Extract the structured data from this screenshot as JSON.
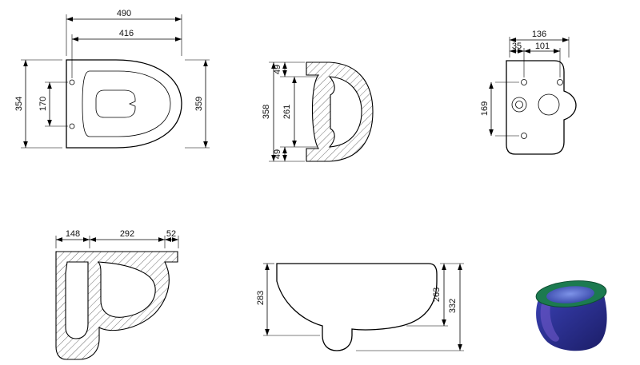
{
  "views": {
    "plan": {
      "dims": {
        "overall_width": "490",
        "inner_length": "416",
        "overall_depth": "354",
        "hole_spacing": "170",
        "bowl_depth": "359"
      }
    },
    "front_section": {
      "dims": {
        "rim_top": "49",
        "overall_height": "358",
        "inner_height": "261",
        "rim_bottom": "49"
      }
    },
    "rear": {
      "dims": {
        "width": "136",
        "hole_offset": "35",
        "hole_spacing": "101",
        "height": "169"
      }
    },
    "side_section": {
      "dims": {
        "back": "148",
        "middle": "292",
        "front": "52"
      }
    },
    "side": {
      "dims": {
        "front_height": "283",
        "bowl_height": "263",
        "overall_height": "332"
      }
    },
    "render3d": {
      "colors": {
        "seat_green": "#1c7a50",
        "seat_green_dark": "#0d4d30",
        "body_blue": "#3a41b5",
        "body_dark": "#1b1d66",
        "bowl_light": "#7e93e8",
        "bowl_deep": "#2b3a9e",
        "accent_purple": "#6f59c9"
      }
    }
  }
}
